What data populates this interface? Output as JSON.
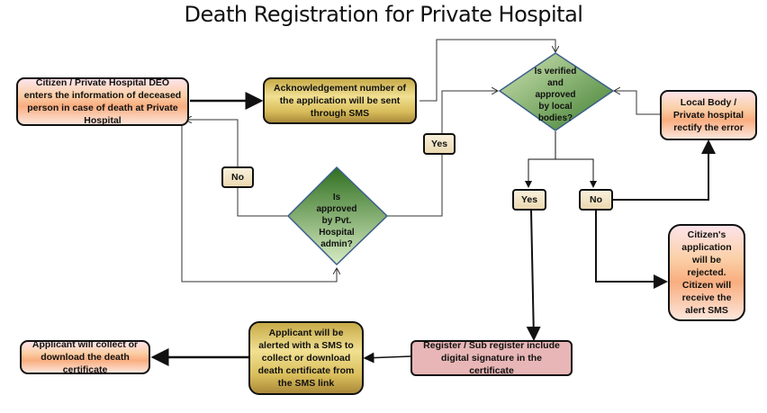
{
  "title": "Death Registration for Private Hospital",
  "nodes": {
    "start": "Citizen / Private Hospital DEO enters the information of deceased person in case of death at Private Hospital",
    "ack": "Acknowledgement number of the application will be sent through SMS",
    "decision_local": "Is verified and approved by local bodies?",
    "rectify": "Local Body / Private hospital rectify the error",
    "decision_admin": "Is approved by Pvt. Hospital admin?",
    "rejected": "Citizen's application will be rejected. Citizen will receive the alert SMS",
    "register": "Register / Sub register  include digital signature in the certificate",
    "alert": "Applicant will be alerted with a SMS to collect or download death certificate from the SMS link",
    "collect": "Applicant will collect or download the death certificate"
  },
  "labels": {
    "admin_no": "No",
    "admin_yes": "Yes",
    "local_yes": "Yes",
    "local_no": "No"
  },
  "colors": {
    "orange_box": "#f9ad7f",
    "gold_box": "#d9bd5a",
    "pink_box": "#e8b6b6",
    "diamond_dark": "#3f7f2f",
    "diamond_light": "#cfe3b4",
    "diamond_border": "#3b5f8a"
  }
}
